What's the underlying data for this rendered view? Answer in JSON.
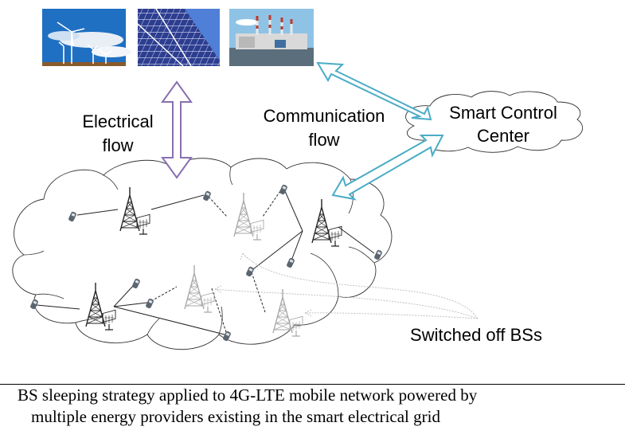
{
  "images": {
    "wind": {
      "name": "wind-turbines-photo",
      "sky": "#1f6fc2",
      "ground": "#8a5a2b"
    },
    "solar": {
      "name": "solar-panel-photo",
      "panel": "#2b3a8c",
      "sky": "#4f7fd6"
    },
    "power_plant": {
      "name": "power-plant-photo",
      "sky": "#8fc3e6",
      "water": "#5a6e7c"
    }
  },
  "labels": {
    "electrical_flow": [
      "Electrical",
      "flow"
    ],
    "communication_flow": [
      "Communication",
      "flow"
    ],
    "smart_control_center": [
      "Smart Control",
      "Center"
    ],
    "switched_off": "Switched off BSs"
  },
  "colors": {
    "electrical_arrow": "#8a6fb0",
    "communication_arrow": "#4bacc6",
    "active_tower": "#222222",
    "off_tower": "#a9a9a9",
    "phone": "#5a6570"
  },
  "base_stations": [
    {
      "id": "bs1",
      "state": "active"
    },
    {
      "id": "bs2",
      "state": "off"
    },
    {
      "id": "bs3",
      "state": "active"
    },
    {
      "id": "bs4",
      "state": "active"
    },
    {
      "id": "bs5",
      "state": "off"
    },
    {
      "id": "bs6",
      "state": "off"
    }
  ],
  "caption": {
    "line1": "BS sleeping strategy applied to 4G-LTE mobile network powered by",
    "line2": "multiple energy providers existing in the smart electrical grid"
  }
}
